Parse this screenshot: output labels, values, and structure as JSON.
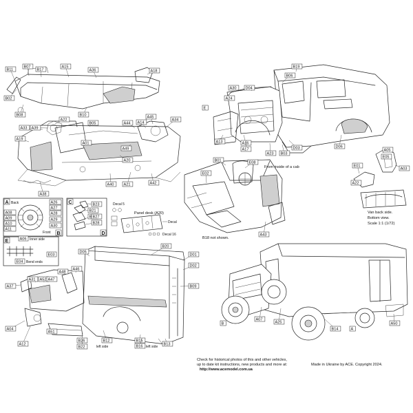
{
  "sheet": {
    "footer_note_line1": "Check for historical photos of this and  other vehicles,",
    "footer_note_line2": "up to date kit instructions, new products and more at:",
    "website": "http://www.acemodel.com.ua",
    "copyright": "Made in Ukraine by ACE. Copyright 2024."
  },
  "chassis_labels": [
    "B11",
    "B07",
    "B17",
    "A15",
    "A36",
    "A18",
    "B02",
    "B08",
    "B10",
    "A22",
    "B05",
    "A44",
    "A14",
    "A45",
    "A34",
    "A33",
    "A39",
    "A19",
    "A01",
    "A49",
    "A20",
    "A21",
    "A40",
    "A38",
    "A42"
  ],
  "cab_top_labels": [
    "B19",
    "B06",
    "A30",
    "D04",
    "A24",
    "E",
    "A13",
    "A16",
    "A17",
    "A23",
    "B03",
    "D03",
    "D06"
  ],
  "cab_interior": {
    "labels": [
      "B01",
      "E08",
      "E02",
      "A43"
    ],
    "note_inside": "From inside of a cab",
    "note_b18": "B18 not shown."
  },
  "right_detail": {
    "labels": [
      "A05",
      "E05",
      "E01",
      "A22",
      "A03"
    ],
    "note_lines": [
      "Van back side.",
      "Bottom view.",
      "Scale 1:1 (1/72)"
    ]
  },
  "wheel_inset": {
    "section_a": "A",
    "back_label": "Back",
    "front_label": "Front",
    "section_b": "B",
    "labels_left": [
      "A08",
      "A09",
      "A10",
      "A11"
    ],
    "labels_right": [
      "A26",
      "A27",
      "A28",
      "A29",
      "A30"
    ]
  },
  "inset_c": {
    "section": "C",
    "labels": [
      "B21",
      "B25",
      "B23",
      "B27",
      "B28"
    ]
  },
  "inset_d": {
    "section": "D"
  },
  "panel": {
    "decal5": "Decal 5",
    "title": "Panel desk (A20)",
    "decal": "Decal",
    "decal16": "Decal 16"
  },
  "inset_e": {
    "section": "E",
    "label_a06": "A06",
    "inner_side": "Inner side",
    "label_e03": "E03",
    "label_e04": "E04",
    "bend_ends": "Bend ends"
  },
  "body_labels": [
    "D05",
    "B20",
    "D01",
    "D02",
    "A46",
    "A48",
    "A31",
    "A52",
    "A47",
    "A37",
    "B09",
    "A04",
    "A51",
    "A12",
    "B26",
    "B22",
    "B12",
    "B15",
    "B16",
    "B13"
  ],
  "body_side_notes": {
    "left_side_1": "left side",
    "left_side_2": "left side"
  },
  "finished_labels": [
    "A07",
    "A25",
    "B14",
    "A50",
    "A",
    "B"
  ]
}
